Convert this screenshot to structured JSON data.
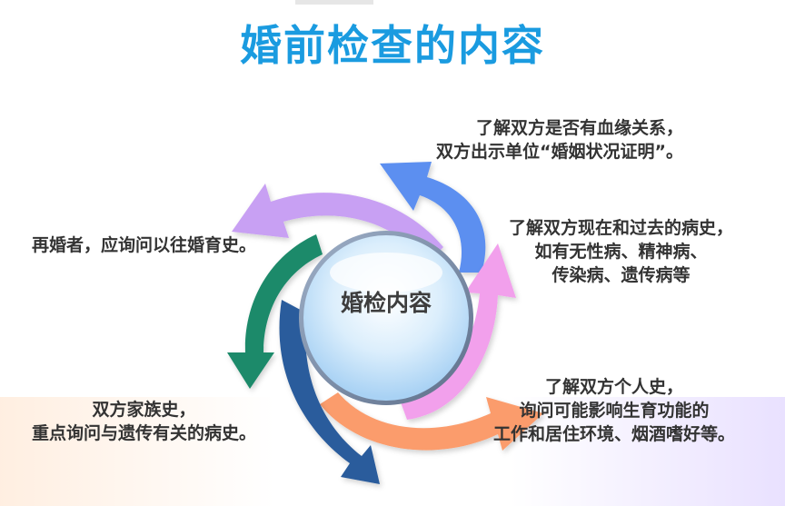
{
  "title": "婚前检查的内容",
  "center": {
    "label": "婚检内容"
  },
  "items": [
    {
      "lines": [
        "了解双方是否有血缘关系，",
        "双方出示单位“婚姻状况证明”。"
      ],
      "color": "#5b8ff0"
    },
    {
      "lines": [
        "了解双方现在和过去的病史，",
        "如有无性病、精神病、",
        "传染病、遗传病等"
      ],
      "color": "#f08ee0"
    },
    {
      "lines": [
        "了解双方个人史，",
        "询问可能影响生育功能的",
        "工作和居住环境、烟酒嗜好等。"
      ],
      "color": "#fa9a6a"
    },
    {
      "lines": [
        "双方家族史，",
        "重点询问与遗传有关的病史。"
      ],
      "color": "#2a5fa0"
    },
    {
      "lines": [
        "",
        ""
      ],
      "color": "#1d8a6a"
    },
    {
      "lines": [
        "再婚者，应询问以往婚育史。"
      ],
      "color": "#c79bf2"
    }
  ]
}
